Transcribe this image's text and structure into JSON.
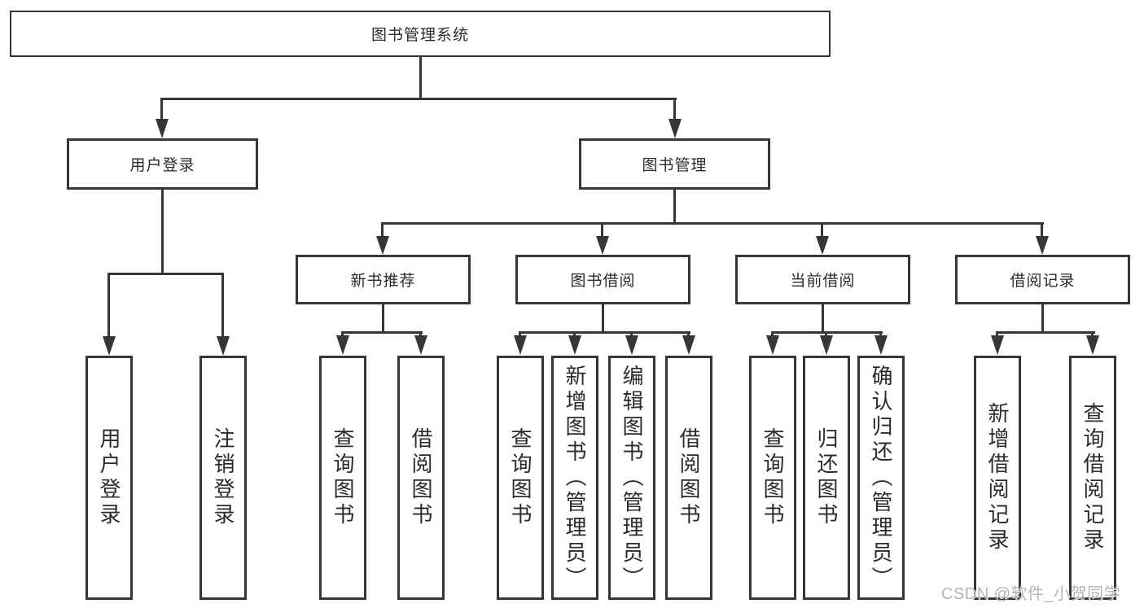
{
  "tree": {
    "root": "图书管理系统",
    "l1": [
      {
        "label": "用户登录"
      },
      {
        "label": "图书管理"
      }
    ],
    "l2": [
      {
        "label": "新书推荐"
      },
      {
        "label": "图书借阅"
      },
      {
        "label": "当前借阅"
      },
      {
        "label": "借阅记录"
      }
    ],
    "leaves": {
      "login": [
        "用户登录",
        "注销登录"
      ],
      "newbook": [
        "查询图书",
        "借阅图书"
      ],
      "borrow": [
        "查询图书",
        "新增图书（管理员）",
        "编辑图书（管理员）",
        "借阅图书"
      ],
      "current": [
        "查询图书",
        "归还图书",
        "确认归还（管理员）"
      ],
      "records": [
        "新增借阅记录",
        "查询借阅记录"
      ]
    }
  },
  "watermark": "CSDN @软件_小贺同学",
  "colors": {
    "line": "#363636",
    "text": "#2b2b2b",
    "watermark": "#b4b4b4",
    "background": "#ffffff"
  }
}
